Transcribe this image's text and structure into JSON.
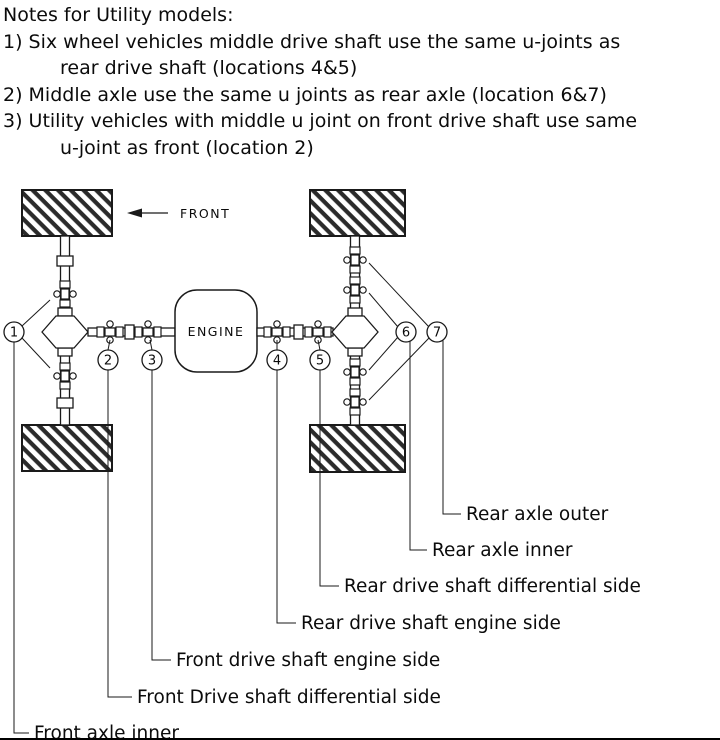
{
  "notes": {
    "title": "Notes for Utility models:",
    "lines": [
      {
        "text": "1) Six wheel vehicles middle drive shaft use the same u-joints as"
      },
      {
        "text": "rear drive shaft (locations 4&5)"
      },
      {
        "text": "2) Middle axle use the same u joints as rear axle (location 6&7)"
      },
      {
        "text": "3) Utility vehicles with middle u joint on front drive shaft use same"
      },
      {
        "text": "u-joint as front (location 2)"
      }
    ]
  },
  "diagram": {
    "front_label": "FRONT",
    "engine_label": "ENGINE",
    "callouts": [
      {
        "number": "1",
        "label": "Front axle inner"
      },
      {
        "number": "2",
        "label": "Front Drive shaft differential side"
      },
      {
        "number": "3",
        "label": "Front drive shaft engine side"
      },
      {
        "number": "4",
        "label": "Rear drive shaft engine side"
      },
      {
        "number": "5",
        "label": "Rear drive shaft differential side"
      },
      {
        "number": "6",
        "label": "Rear axle inner"
      },
      {
        "number": "7",
        "label": "Rear axle outer"
      }
    ],
    "colors": {
      "line": "#1a1a1a",
      "background": "#ffffff"
    }
  }
}
